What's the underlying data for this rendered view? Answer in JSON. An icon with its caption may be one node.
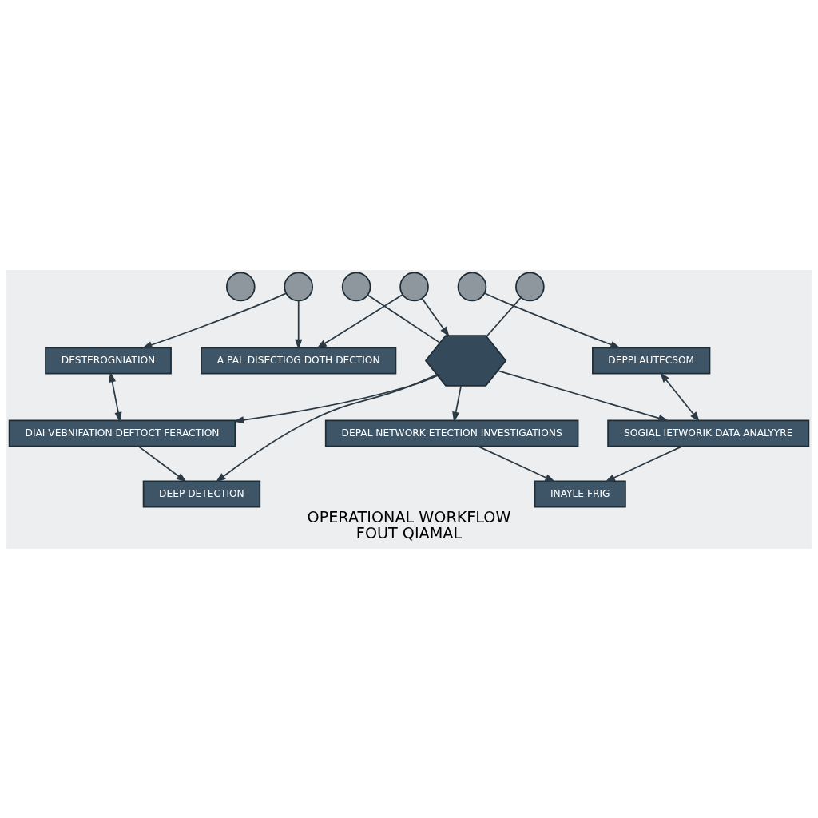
{
  "diagram": {
    "title": "OPERATIONAL WORKFLOW",
    "caption": "FOUT QIAMAL",
    "nodes": [
      {
        "text": [
          "A PAL DISECTIOG DOTH DECTION"
        ]
      },
      {
        "text": [
          "DESTEROGNIATION"
        ]
      },
      {
        "text": [
          "DEPPLAUTECSOM"
        ]
      },
      {
        "text": [
          "DIAI VEBNIFATION DEFTOCT FERACTION"
        ]
      },
      {
        "text": [],
        "shape": "hexagon"
      },
      {
        "text": [
          "SOGIAL IETWORIK DATA ANALYYRE"
        ]
      },
      {
        "text": [
          "DEEP DETECTION"
        ]
      },
      {
        "text": [
          "DEPAL NETWORK ETECTION INVESTIGATIONS"
        ]
      },
      {
        "text": [
          "INAYLE FRIG"
        ]
      },
      {
        "text": [],
        "shape": "circle"
      },
      {
        "text": [],
        "shape": "circle"
      },
      {
        "text": [],
        "shape": "circle"
      },
      {
        "text": [],
        "shape": "circle"
      },
      {
        "text": [],
        "shape": "circle"
      },
      {
        "text": [],
        "shape": "circle"
      }
    ],
    "edges": [
      {
        "from": 12,
        "to": 0,
        "arrow": "to"
      },
      {
        "from": 12,
        "to": 4,
        "arrow": "to"
      },
      {
        "from": 10,
        "to": 0,
        "arrow": "to"
      },
      {
        "from": 10,
        "to": 1,
        "arrow": "to"
      },
      {
        "from": 13,
        "to": 2,
        "arrow": "to"
      },
      {
        "from": 1,
        "to": 3,
        "arrow": "both"
      },
      {
        "from": 4,
        "to": 3,
        "arrow": "to"
      },
      {
        "from": 3,
        "to": 6,
        "arrow": "to"
      },
      {
        "from": 2,
        "to": 5,
        "arrow": "both"
      },
      {
        "from": 14,
        "to": 4,
        "arrow": "none"
      },
      {
        "from": 4,
        "to": 5,
        "arrow": "to"
      },
      {
        "from": 11,
        "to": 4,
        "arrow": "none"
      },
      {
        "from": 4,
        "to": 6,
        "arrow": "to"
      },
      {
        "from": 4,
        "to": 7,
        "arrow": "to"
      },
      {
        "from": 7,
        "to": 8,
        "arrow": "to"
      },
      {
        "from": 5,
        "to": 8,
        "arrow": "to"
      }
    ]
  }
}
